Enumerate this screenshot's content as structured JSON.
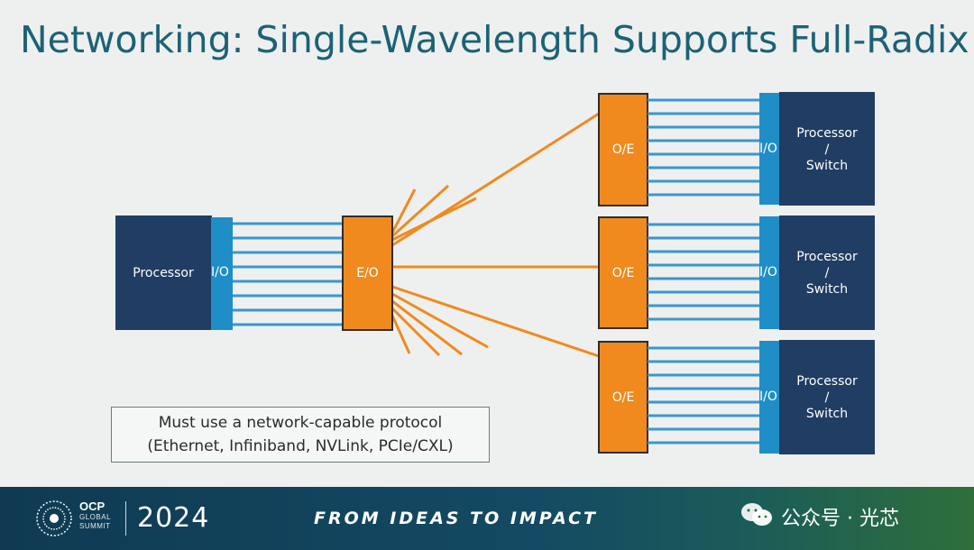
{
  "title": "Networking: Single-Wavelength Supports Full-Radix",
  "source_processor": {
    "label": "Processor",
    "io_label": "I/O"
  },
  "converter": {
    "label": "E/O"
  },
  "destinations": [
    {
      "oe_label": "O/E",
      "io_label": "I/O",
      "line1": "Processor",
      "line2": "/",
      "line3": "Switch"
    },
    {
      "oe_label": "O/E",
      "io_label": "I/O",
      "line1": "Processor",
      "line2": "/",
      "line3": "Switch"
    },
    {
      "oe_label": "O/E",
      "io_label": "I/O",
      "line1": "Processor",
      "line2": "/",
      "line3": "Switch"
    }
  ],
  "note": {
    "line1": "Must use a network-capable protocol",
    "line2": "(Ethernet, Infiniband, NVLink, PCIe/CXL)"
  },
  "footer": {
    "ocp_name": "OCP",
    "ocp_sub1": "GLOBAL",
    "ocp_sub2": "SUMMIT",
    "year": "2024",
    "tagline": "FROM IDEAS TO IMPACT",
    "watermark": "公众号 · 光芯"
  },
  "colors": {
    "title": "#1c6276",
    "processor_box": "#203d63",
    "io_strip": "#1f8dc6",
    "lane": "#3a96d2",
    "optical": "#f08a1e",
    "footer": "#0f3a52"
  }
}
